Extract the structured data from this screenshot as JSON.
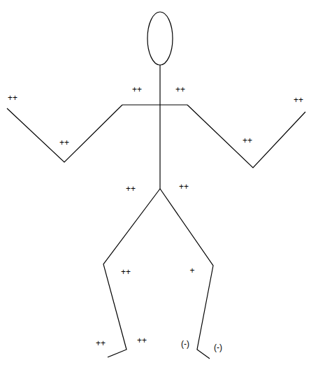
{
  "diagram": {
    "labels": [
      "++",
      "++",
      "++",
      "++",
      "++",
      "++",
      "++",
      "++",
      "++",
      "+",
      "++",
      "++",
      "(-)",
      "(-)"
    ]
  }
}
